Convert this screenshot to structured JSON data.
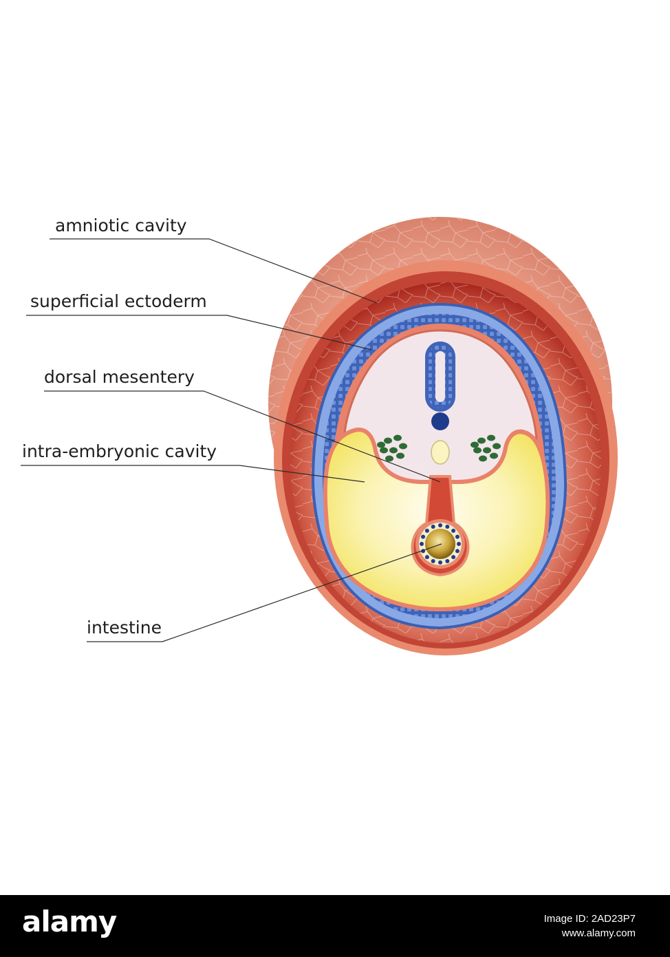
{
  "labels": {
    "amniotic_cavity": "amniotic cavity",
    "superficial_ectoderm": "superficial ectoderm",
    "dorsal_mesentery": "dorsal mesentery",
    "intra_embryonic_cavity": "intra-embryonic cavity",
    "intestine": "intestine"
  },
  "footer": {
    "brand": "alamy",
    "image_id": "Image ID: 2AD23P7",
    "site": "www.alamy.com"
  },
  "colors": {
    "amnion_outer": "#e9a48f",
    "amnion_rim": "#e98a6e",
    "amnion_inner": "#b5362a",
    "ectoderm_blue": "#3f63b8",
    "embryo_pink": "#f3e6ea",
    "cavity_yellow": "#f6ea7a",
    "mesoderm_green": "#2f6b35",
    "notochord_blue": "#1f3b8c",
    "leader_line": "#2a2a2a",
    "footer_bg": "#000000"
  }
}
